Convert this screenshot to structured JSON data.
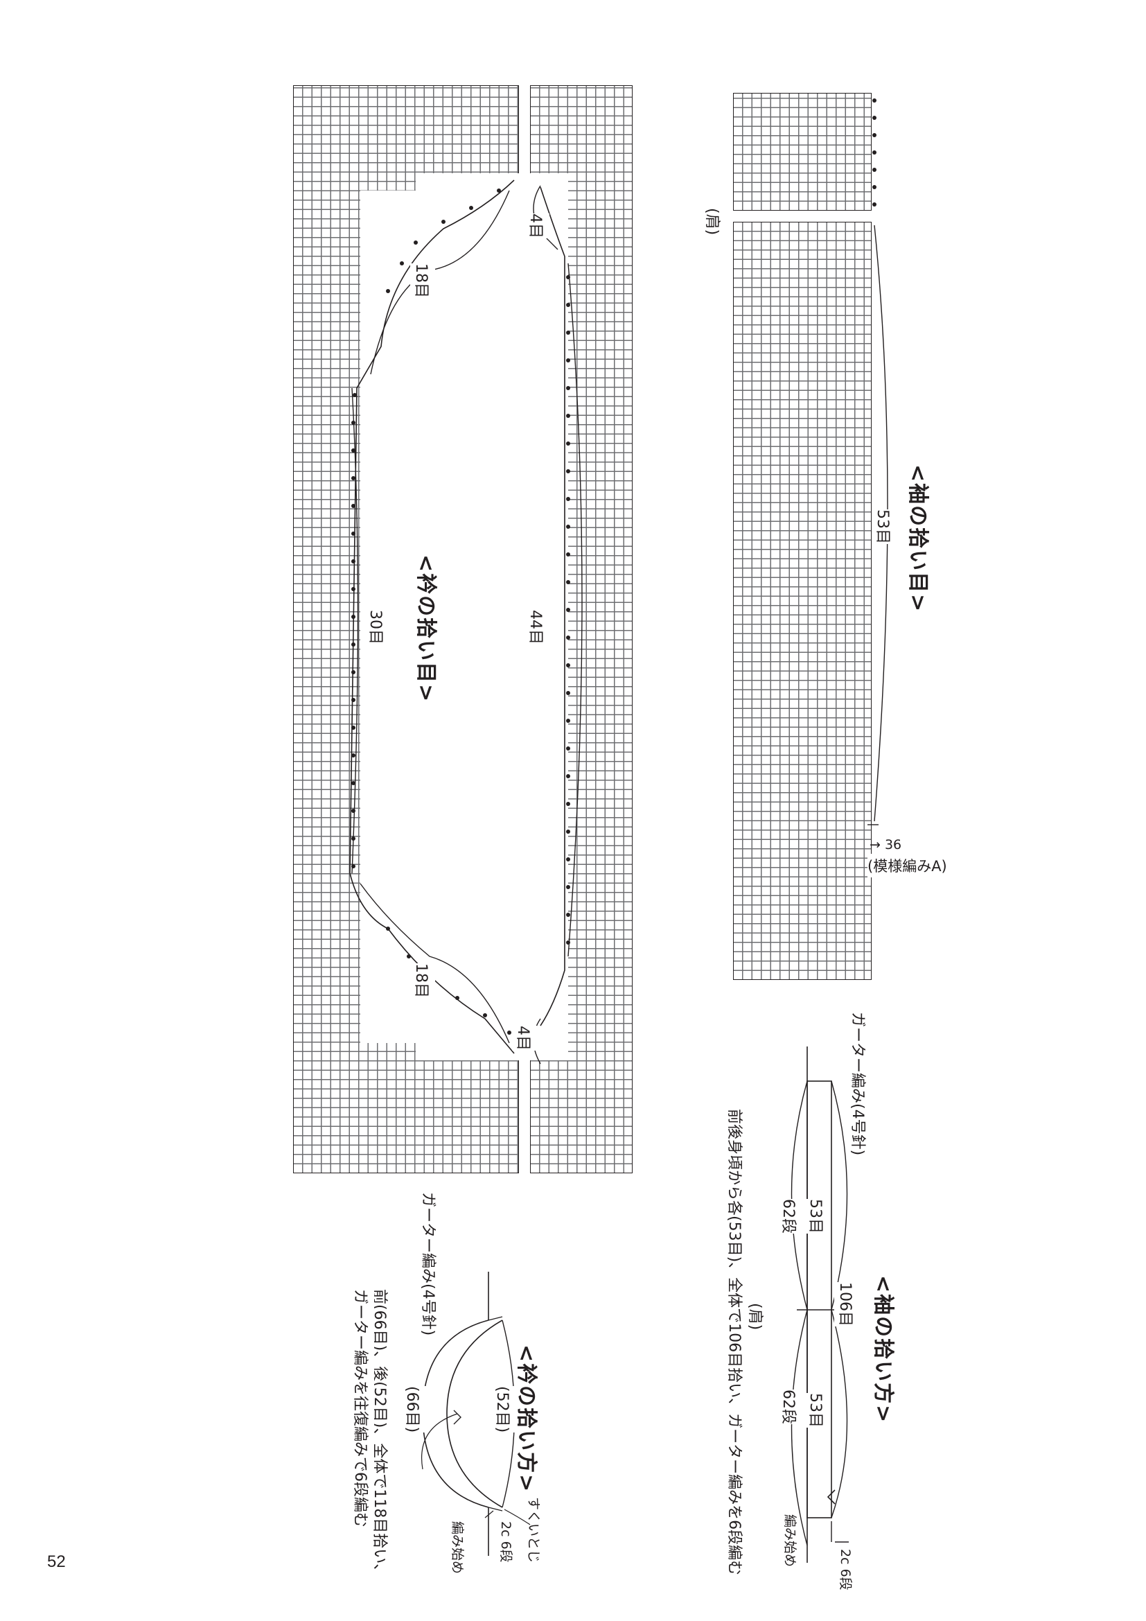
{
  "collar_chart": {
    "title": "<衿の拾い目>",
    "counts": {
      "side_top": "18目",
      "middle_left": "30目",
      "side_bottom": "18目",
      "middle_right": "44目",
      "corner_top": "4目",
      "corner_bottom": "4目"
    }
  },
  "sleeve_chart": {
    "title": "<袖の拾い目>",
    "count": "53目",
    "shoulder": "(肩)",
    "row_note": "36",
    "pattern_note": "(模様編みA)"
  },
  "sleeve_method": {
    "title": "<袖の拾い方>",
    "stitch_label": "ガーター編み(4号針)",
    "instruction": "前後身頃から各(53目)、全体で106目拾い、ガーター編みを6段編む",
    "total": "106目",
    "left_count": "53目",
    "right_count": "53目",
    "left_rows": "62段",
    "right_rows": "62段",
    "shoulder": "(肩)",
    "start": "編み始め",
    "rows_cm": "2c 6段"
  },
  "collar_method": {
    "title": "<衿の拾い方>",
    "stitch_label": "ガーター編み(4号針)",
    "instruction_1": "前(66目)、後(52目)、全体で118目拾い、",
    "instruction_2": "ガーター編みを往復編みで6段編む",
    "back": "(52目)",
    "front": "(66目)",
    "hook": "すくいとじ",
    "start": "編み始め",
    "rows_cm": "2c 6段"
  },
  "page": {
    "number": "52"
  }
}
